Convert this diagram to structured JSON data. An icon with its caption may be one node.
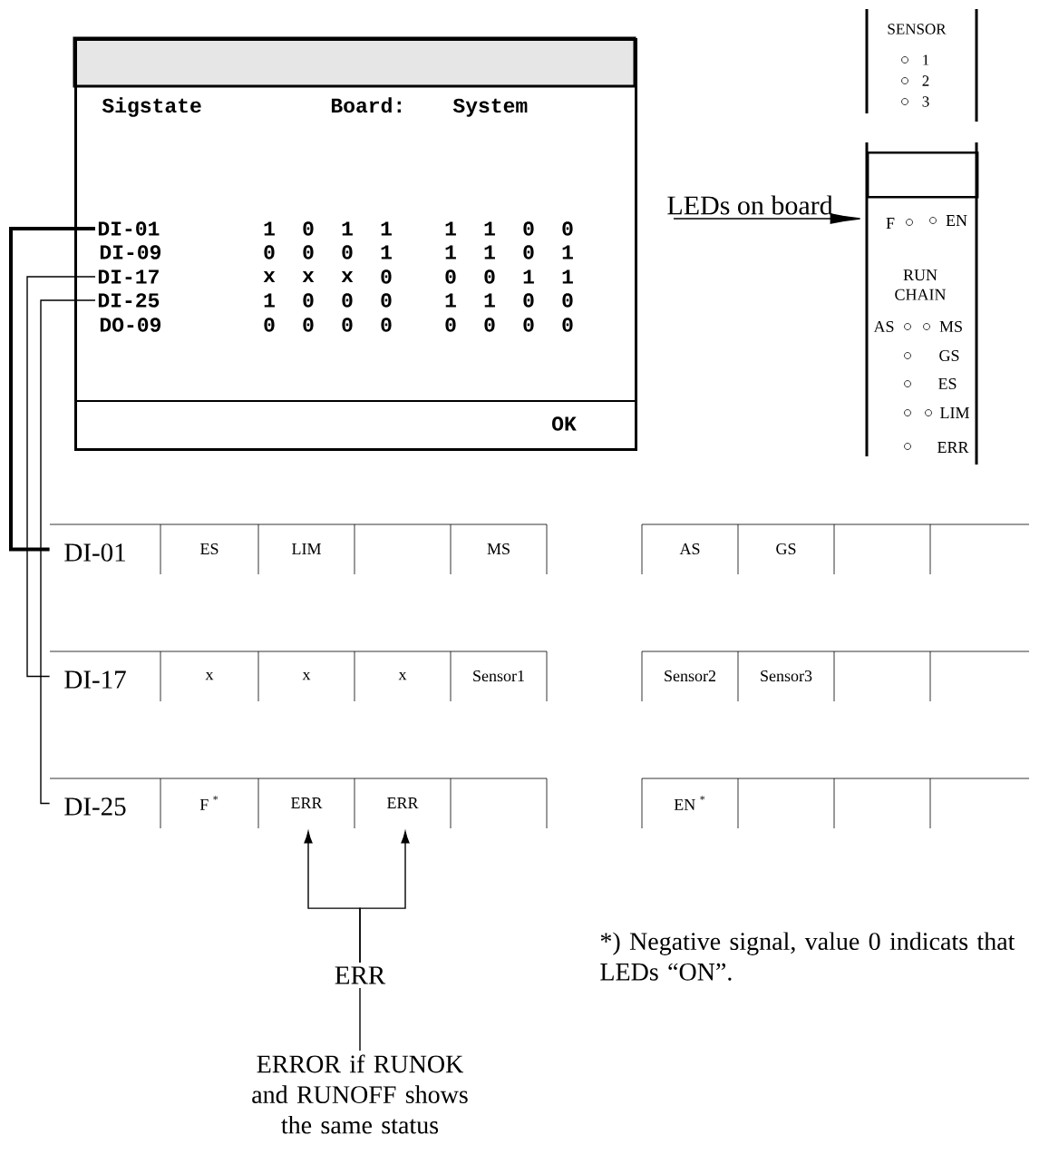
{
  "diagram": {
    "nodes": [
      {
        "text": [
          "Sigstate",
          "Board:",
          "System"
        ]
      },
      {
        "text": [
          "DI-01"
        ],
        "in": 0
      },
      {
        "text": [
          "DI-17"
        ],
        "in": 0
      },
      {
        "text": [
          "DI-25"
        ],
        "in": 0
      },
      {
        "text": [
          "OK"
        ],
        "in": 0
      },
      {
        "text": [
          "SENSOR",
          "1",
          "2",
          "3"
        ]
      },
      {
        "text": [
          "F",
          "EN",
          "RUN CHAIN",
          "AS",
          "MS",
          "GS",
          "ES",
          "LIM",
          "ERR"
        ]
      },
      {
        "text": [],
        "shape": "box",
        "in": 6
      },
      {
        "text": [
          "LEDs on board"
        ]
      },
      {
        "text": [
          "DI-01",
          "ES",
          "LIM",
          "MS",
          "AS",
          "GS"
        ]
      },
      {
        "text": [
          "DI-17",
          "x",
          "x",
          "x",
          "Sensor1",
          "Sensor2",
          "Sensor3"
        ]
      },
      {
        "text": [
          "DI-25",
          "F $^{*}$",
          "ERR",
          "ERR",
          "EN $^{*}$"
        ]
      },
      {
        "text": [
          "ERR"
        ]
      },
      {
        "text": [
          "ERROR if RUNOK and RUNOFF shows the same status"
        ]
      }
    ],
    "edges": [
      {
        "from": 1,
        "to": 9,
        "arrow": "none",
        "style": "thick"
      },
      {
        "from": 2,
        "to": 10,
        "arrow": "none"
      },
      {
        "from": 3,
        "to": 11,
        "arrow": "none"
      },
      {
        "from": 8,
        "to": 6,
        "arrow": "to"
      },
      {
        "from": 12,
        "to": 11,
        "arrow": "to"
      },
      {
        "from": 12,
        "to": 11,
        "arrow": "to"
      },
      {
        "from": 13,
        "to": 12,
        "arrow": "none"
      }
    ],
    "labels": [
      "1",
      "0",
      "1",
      "1",
      "1",
      "1",
      "0",
      "0",
      "DI-09",
      "0",
      "0",
      "0",
      "1",
      "1",
      "1",
      "0",
      "1",
      "x",
      "x",
      "x",
      "0",
      "0",
      "0",
      "1",
      "1",
      "1",
      "0",
      "0",
      "0",
      "1",
      "1",
      "0",
      "0",
      "DO-09",
      "0",
      "0",
      "0",
      "0",
      "0",
      "0",
      "0",
      "0",
      "*) Negative signal, value 0 indicats that LEDs “ON”."
    ]
  }
}
